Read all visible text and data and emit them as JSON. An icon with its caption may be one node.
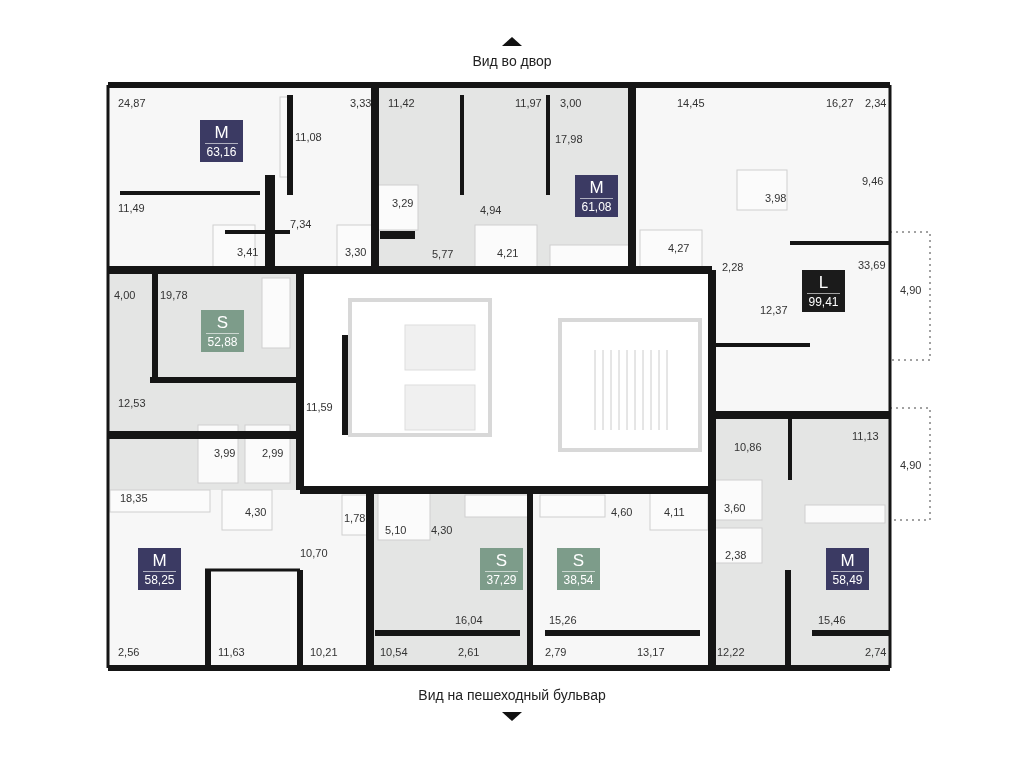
{
  "diagram": {
    "nodes": [
      {
        "text": [
          "M",
          "63,16"
        ]
      },
      {
        "text": [
          "M",
          "61,08"
        ]
      },
      {
        "text": [
          "L",
          "99,41"
        ]
      },
      {
        "text": [
          "S",
          "52,88"
        ]
      },
      {
        "text": [
          "M",
          "58,25"
        ]
      },
      {
        "text": [
          "S",
          "37,29"
        ]
      },
      {
        "text": [
          "S",
          "38,54"
        ]
      },
      {
        "text": [
          "M",
          "58,49"
        ]
      }
    ],
    "labels": [
      "Вид во двор",
      "24,87",
      "3,33",
      "11,42",
      "11,97",
      "3,00",
      "14,45",
      "16,27",
      "2,34",
      "11,08",
      "17,98",
      "9,46",
      "3,98",
      "3,29",
      "11,49",
      "4,94",
      "7,34",
      "4,27",
      "3,41",
      "3,30",
      "5,77",
      "4,21",
      "2,28",
      "33,69",
      "4,00",
      "19,78",
      "4,90",
      "12,37",
      "12,53",
      "11,59",
      "11,13",
      "10,86",
      "3,99",
      "2,99",
      "4,90",
      "18,35",
      "4,30",
      "1,78",
      "4,60",
      "4,11",
      "3,60",
      "5,10",
      "4,30",
      "10,70",
      "2,38",
      "16,04",
      "15,26",
      "15,46",
      "2,56",
      "11,63",
      "10,21",
      "10,54",
      "2,61",
      "2,79",
      "13,17",
      "12,22",
      "2,74",
      "Вид на пешеходный бульвар"
    ]
  }
}
